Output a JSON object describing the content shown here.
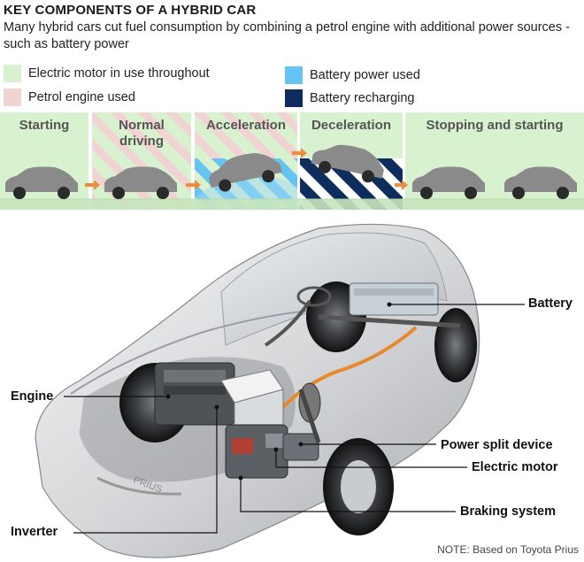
{
  "title": "KEY COMPONENTS OF A HYBRID CAR",
  "subtitle": "Many hybrid cars cut fuel consumption by combining a petrol engine with additional power sources - such as battery power",
  "legend": [
    {
      "label": "Electric motor in use throughout",
      "color": "#d8f2cf"
    },
    {
      "label": "Petrol engine used",
      "color": "#f2d3d3"
    },
    {
      "label": "Battery power used",
      "color": "#66c4f2"
    },
    {
      "label": "Battery recharging",
      "color": "#0d2d5e"
    }
  ],
  "stages": [
    {
      "label": "Starting"
    },
    {
      "label": "Normal driving"
    },
    {
      "label": "Acceleration"
    },
    {
      "label": "Deceleration"
    },
    {
      "label": "Stopping and starting"
    }
  ],
  "callouts": {
    "battery": "Battery",
    "engine": "Engine",
    "power_split": "Power split device",
    "electric_motor": "Electric motor",
    "braking": "Braking system",
    "inverter": "Inverter"
  },
  "note": "NOTE: Based on Toyota Prius",
  "colors": {
    "green": "#d8f2cf",
    "pink": "#f2d3d3",
    "blue": "#66c4f2",
    "navy": "#0d2d5e",
    "arrow": "#f08a3c",
    "car_grey": "#8a8a8a"
  }
}
